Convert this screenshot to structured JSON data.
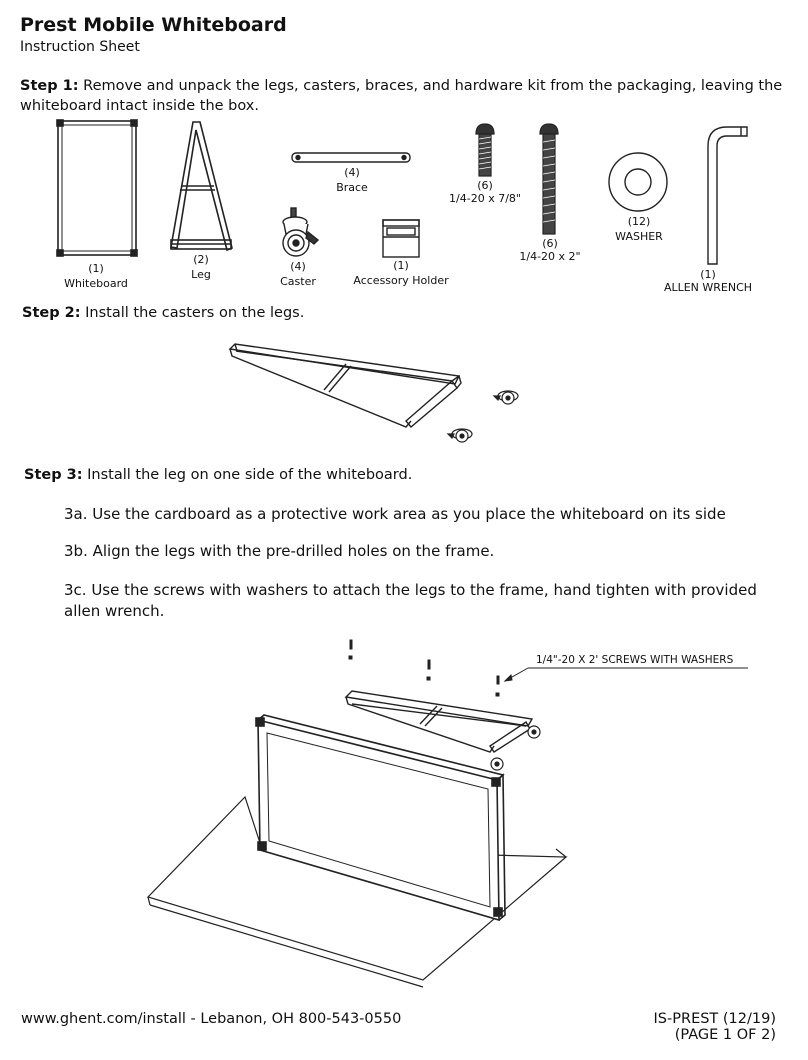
{
  "header": {
    "title": "Prest Mobile Whiteboard",
    "subtitle": "Instruction Sheet"
  },
  "step1": {
    "label": "Step 1:",
    "text": "Remove and unpack the legs, casters, braces, and hardware kit from the packaging, leaving the whiteboard intact inside the box."
  },
  "parts": [
    {
      "qty": "(1)",
      "name": "Whiteboard",
      "icon": "whiteboard-icon"
    },
    {
      "qty": "(2)",
      "name": "Leg",
      "icon": "leg-icon"
    },
    {
      "qty": "(4)",
      "name": "Caster",
      "icon": "caster-icon"
    },
    {
      "qty": "(1)",
      "name": "Accessory Holder",
      "icon": "accessory-holder-icon"
    },
    {
      "qty": "(4)",
      "name": "Brace",
      "icon": "brace-icon"
    },
    {
      "qty": "(6)",
      "name": "1/4-20 x 7/8\"",
      "icon": "short-screw-icon"
    },
    {
      "qty": "(6)",
      "name": "1/4-20 x 2\"",
      "icon": "long-screw-icon"
    },
    {
      "qty": "(12)",
      "name": "WASHER",
      "icon": "washer-icon"
    },
    {
      "qty": "(1)",
      "name": "ALLEN WRENCH",
      "icon": "allen-wrench-icon"
    }
  ],
  "step2": {
    "label": "Step 2:",
    "text": "Install the casters on the legs."
  },
  "step3": {
    "label": "Step 3:",
    "text": "Install the leg on one side of the whiteboard.",
    "substeps": [
      "3a. Use the cardboard as a protective work area as you place the whiteboard on its side",
      "3b. Align the legs with the pre-drilled holes on the frame.",
      "3c. Use the screws with washers to attach the legs to the frame, hand tighten with provided allen wrench."
    ],
    "callout": "1/4\"-20 X 2' SCREWS WITH WASHERS"
  },
  "footer": {
    "contact": "www.ghent.com/install - Lebanon, OH 800-543-0550",
    "doc_id": "IS-PREST (12/19)",
    "page": "(PAGE 1 OF 2)"
  }
}
